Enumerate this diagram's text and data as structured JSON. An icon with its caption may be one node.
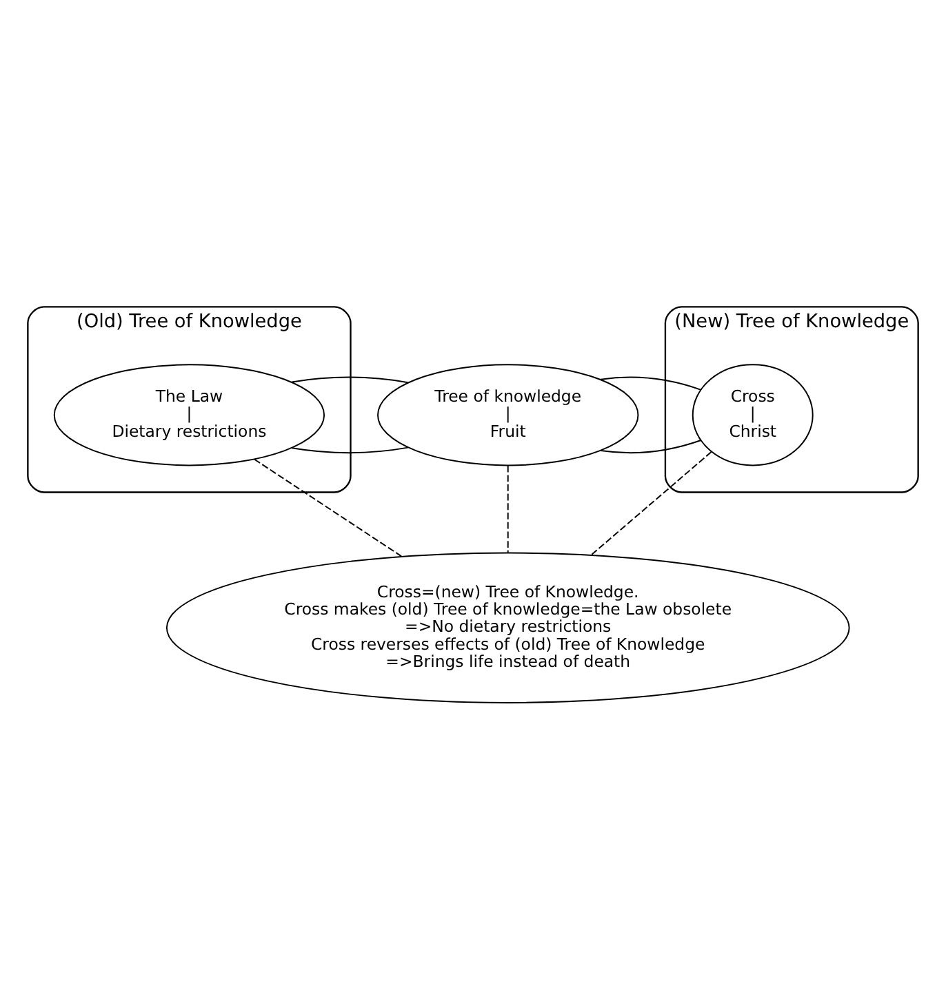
{
  "diagram": {
    "nodes": [
      {
        "text": [
          "(Old) Tree of Knowledge"
        ]
      },
      {
        "text": [
          "(New) Tree of Knowledge"
        ]
      },
      {
        "text": [
          "The Law",
          "|",
          "Dietary restrictions"
        ],
        "in": 0
      },
      {
        "text": [
          "Tree of knowledge",
          "|",
          "Fruit"
        ]
      },
      {
        "text": [
          "Cross",
          "|",
          "Christ"
        ],
        "in": 1
      },
      {
        "text": [
          "Cross=(new) Tree of Knowledge.",
          "Cross makes (old) Tree of knowledge=the Law obsolete",
          "=>No dietary restrictions",
          "Cross reverses effects of (old) Tree of Knowledge",
          "=>Brings life instead of death"
        ]
      }
    ],
    "edges": [
      {
        "from": 2,
        "to": 3,
        "arrow": "none"
      },
      {
        "from": 2,
        "to": 3,
        "arrow": "none"
      },
      {
        "from": 3,
        "to": 4,
        "arrow": "none"
      },
      {
        "from": 3,
        "to": 4,
        "arrow": "none"
      },
      {
        "from": 2,
        "to": 5,
        "arrow": "none",
        "style": "dashed"
      },
      {
        "from": 3,
        "to": 5,
        "arrow": "none",
        "style": "dashed"
      },
      {
        "from": 4,
        "to": 5,
        "arrow": "none",
        "style": "dashed"
      }
    ]
  }
}
